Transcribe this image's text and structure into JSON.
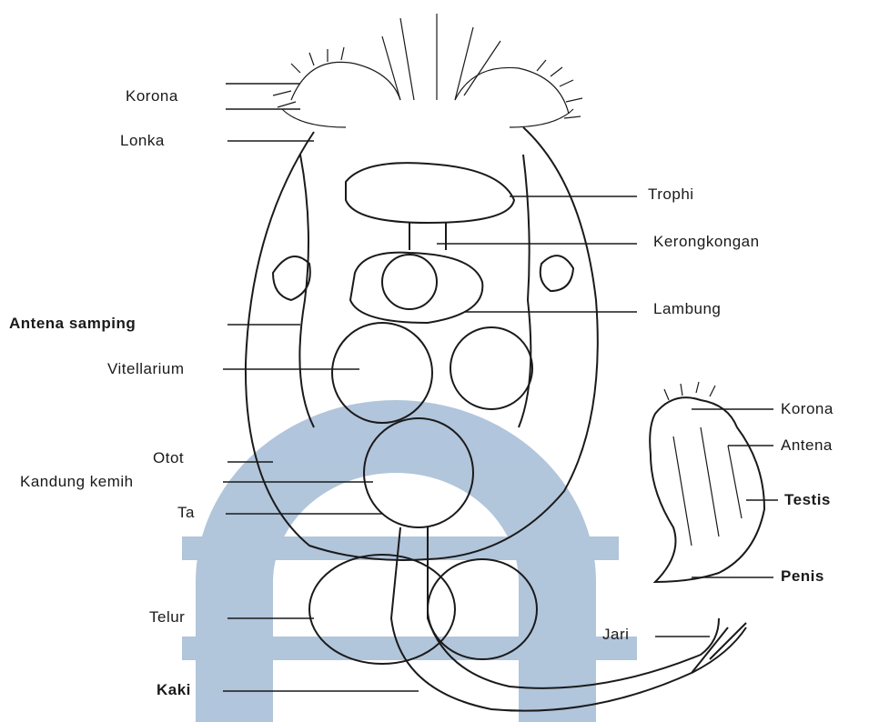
{
  "labels": {
    "left": {
      "korona": "Korona",
      "lonka": "Lonka",
      "antena_samping": "Antena samping",
      "vitellarium": "Vitellarium",
      "otot": "Otot",
      "kandung_kemih": "Kandung kemih",
      "ta": "Ta",
      "telur": "Telur",
      "kaki": "Kaki"
    },
    "right": {
      "trophi": "Trophi",
      "kerongkongan": "Kerongkongan",
      "lambung": "Lambung",
      "jari": "Jari"
    },
    "male": {
      "korona": "Korona",
      "antena": "Antena",
      "testis": "Testis",
      "penis": "Penis"
    }
  },
  "colors": {
    "ink": "#1a1a1a",
    "watermark": "#a9bfd8"
  },
  "watermark": {
    "icon": "university-logo-arch"
  }
}
